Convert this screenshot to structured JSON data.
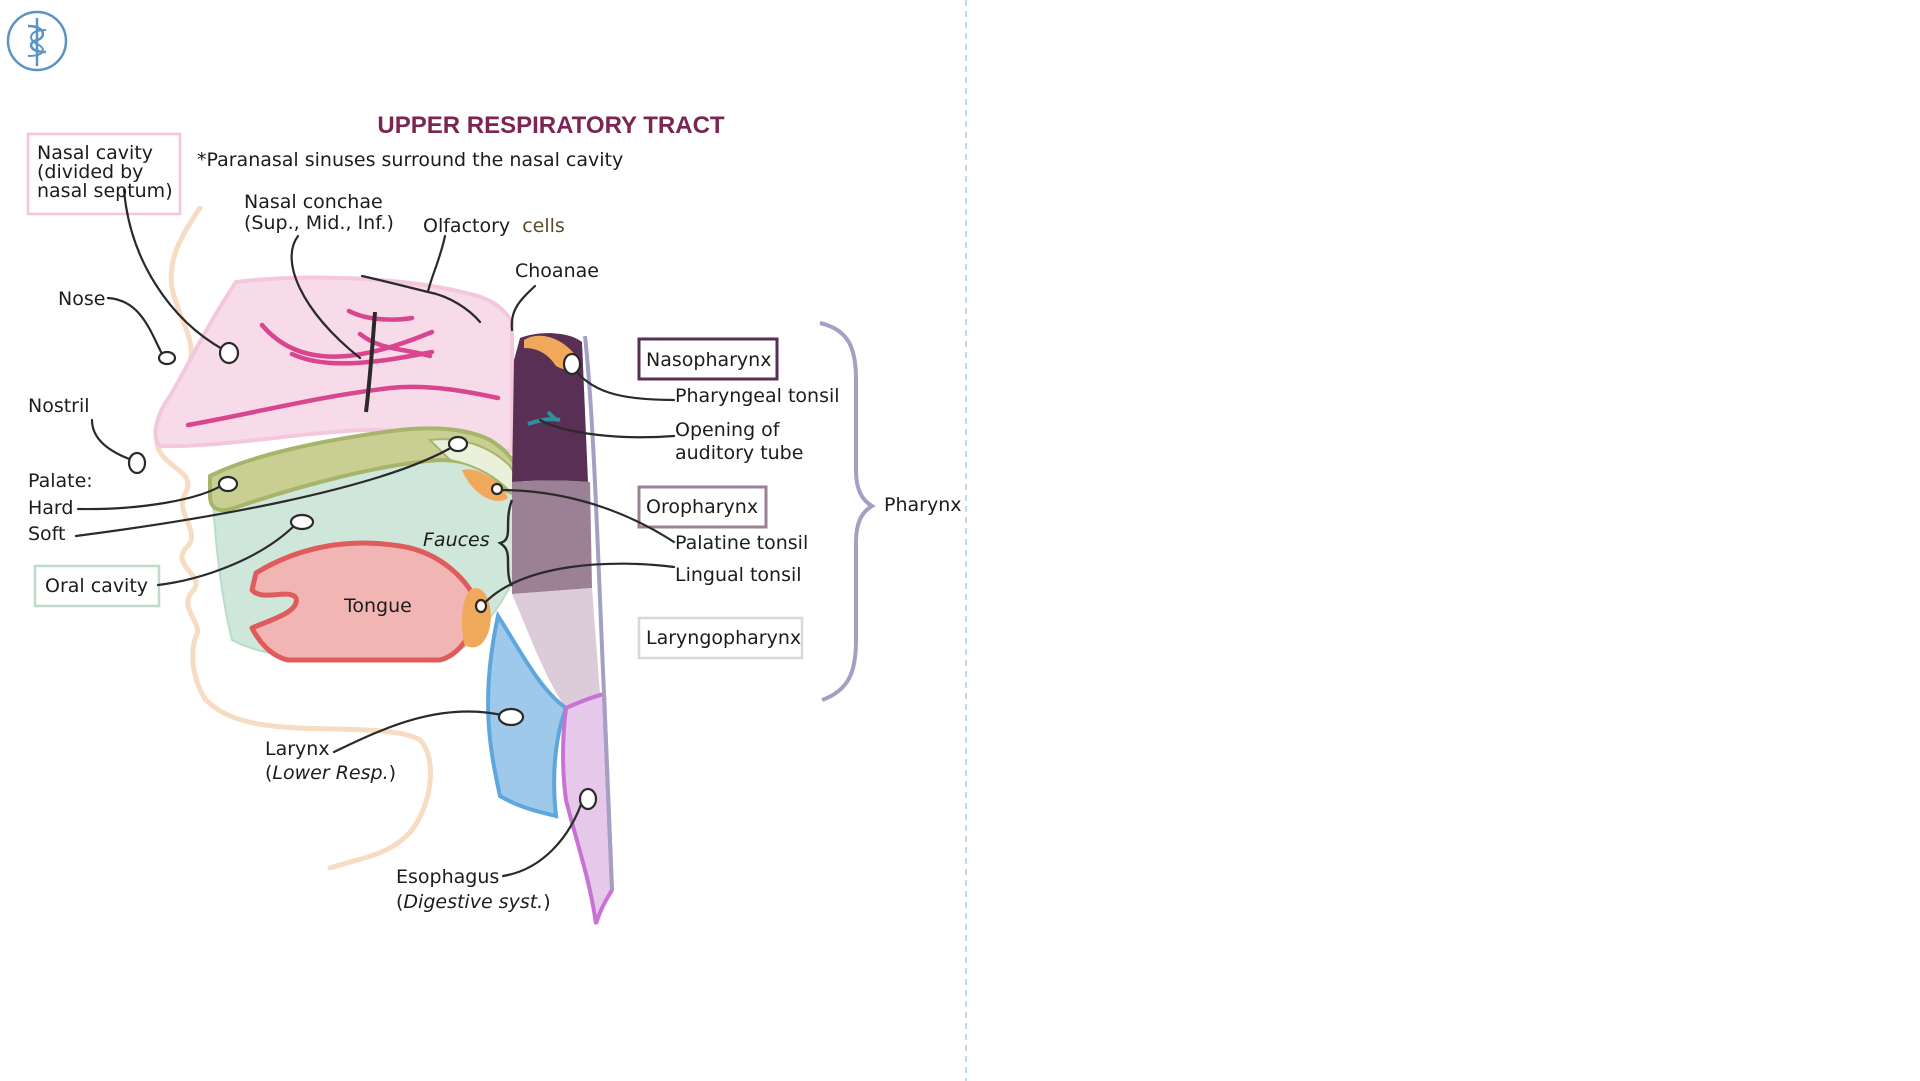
{
  "title": "UPPER RESPIRATORY TRACT",
  "note": "*Paranasal sinuses surround the nasal cavity",
  "logo_icon": "caduceus-logo-icon",
  "colors": {
    "title": "#7b2553",
    "nasal_cavity": "#f7dbe8",
    "conchae": "#d9468f",
    "oral_cavity": "#cfe7da",
    "palate": "#a7b56a",
    "tongue": "#f1b6b3",
    "tonsil": "#f0a85a",
    "nasopharynx": "#5a2f55",
    "oropharynx": "#9b8096",
    "laryngopharynx": "#dccbd8",
    "larynx": "#9fc9ea",
    "esophagus": "#e6c9ea",
    "skin_outline": "#f7dcc4",
    "pharynx_brace": "#a4a0c4"
  },
  "labels": {
    "nasal_cavity_1": "Nasal cavity",
    "nasal_cavity_2": "(divided by",
    "nasal_cavity_3": "nasal septum)",
    "nasal_conchae_1": "Nasal conchae",
    "nasal_conchae_2": "(Sup., Mid., Inf.)",
    "olfactory_1": "Olfactory",
    "olfactory_2": "cells",
    "choanae": "Choanae",
    "nose": "Nose",
    "nostril": "Nostril",
    "palate": "Palate:",
    "hard": "Hard",
    "soft": "Soft",
    "oral_cavity": "Oral cavity",
    "fauces": "Fauces",
    "tongue": "Tongue",
    "larynx_1": "Larynx",
    "larynx_2a": "(",
    "larynx_2b": "Lower Resp.",
    "larynx_2c": ")",
    "esophagus_1": "Esophagus",
    "esophagus_2a": "(",
    "esophagus_2b": "Digestive syst.",
    "esophagus_2c": ")",
    "nasopharynx": "Nasopharynx",
    "pharyngeal_tonsil": "Pharyngeal tonsil",
    "auditory_1": "Opening of",
    "auditory_2": "auditory tube",
    "oropharynx": "Oropharynx",
    "palatine_tonsil": "Palatine tonsil",
    "lingual_tonsil": "Lingual tonsil",
    "laryngopharynx": "Laryngopharynx",
    "pharynx": "Pharynx"
  }
}
